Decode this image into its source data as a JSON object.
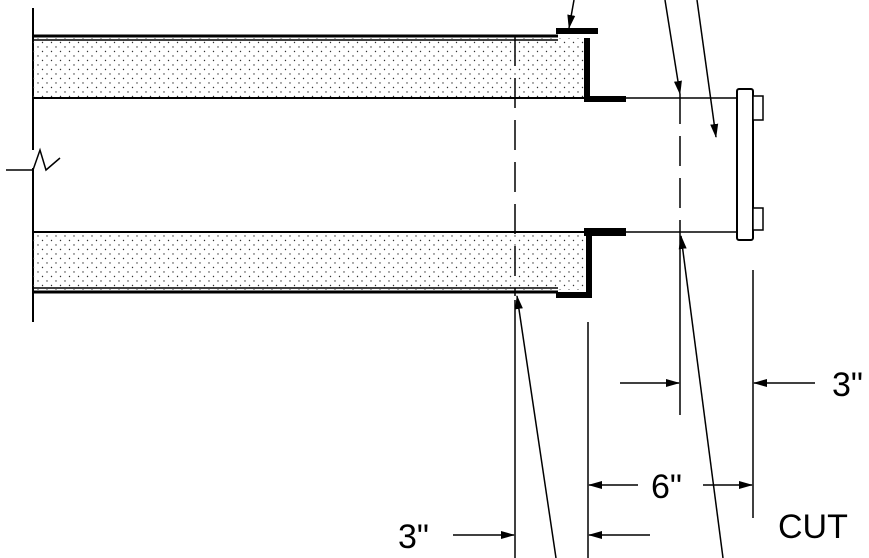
{
  "dimensions": {
    "right_gap": "3\"",
    "span": "6\"",
    "left_gap": "3\""
  },
  "labels": {
    "cut": "CUT"
  },
  "colors": {
    "ink": "#000000",
    "background": "#ffffff",
    "stipple": "#333333"
  },
  "icons": {
    "break_line": "break-symbol-icon",
    "arrowheads": "arrowhead-icon",
    "flange": "flange-plate-icon"
  }
}
